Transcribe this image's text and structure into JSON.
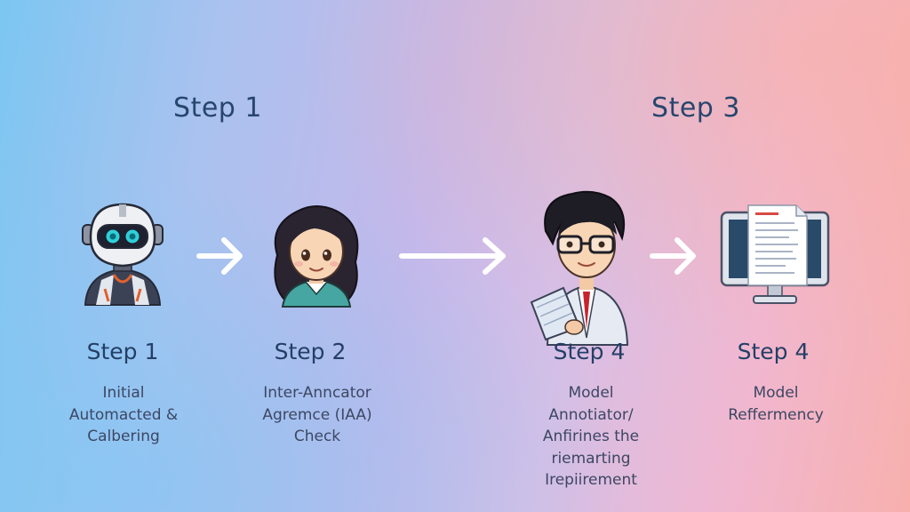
{
  "headings": {
    "left": "Step 1",
    "right": "Step 3"
  },
  "steps": [
    {
      "label": "Step 1",
      "icon": "robot-icon",
      "lines": [
        "Initial",
        "Automacted &",
        "Calbering"
      ]
    },
    {
      "label": "Step 2",
      "icon": "woman-annotator-icon",
      "lines": [
        "Inter-Anncator",
        "Agremce (IAA)",
        "Check"
      ]
    },
    {
      "label": "Step 4",
      "icon": "man-annotator-icon",
      "lines": [
        "Model",
        "Annotiator/",
        "Anfirines the",
        "riemarting",
        "Irepiirement"
      ]
    },
    {
      "label": "Step 4",
      "icon": "computer-monitor-icon",
      "lines": [
        "Model",
        "Reffermency"
      ]
    }
  ],
  "colors": {
    "heading": "#27466e",
    "text": "#3d4763",
    "arrow": "#ffffff"
  }
}
